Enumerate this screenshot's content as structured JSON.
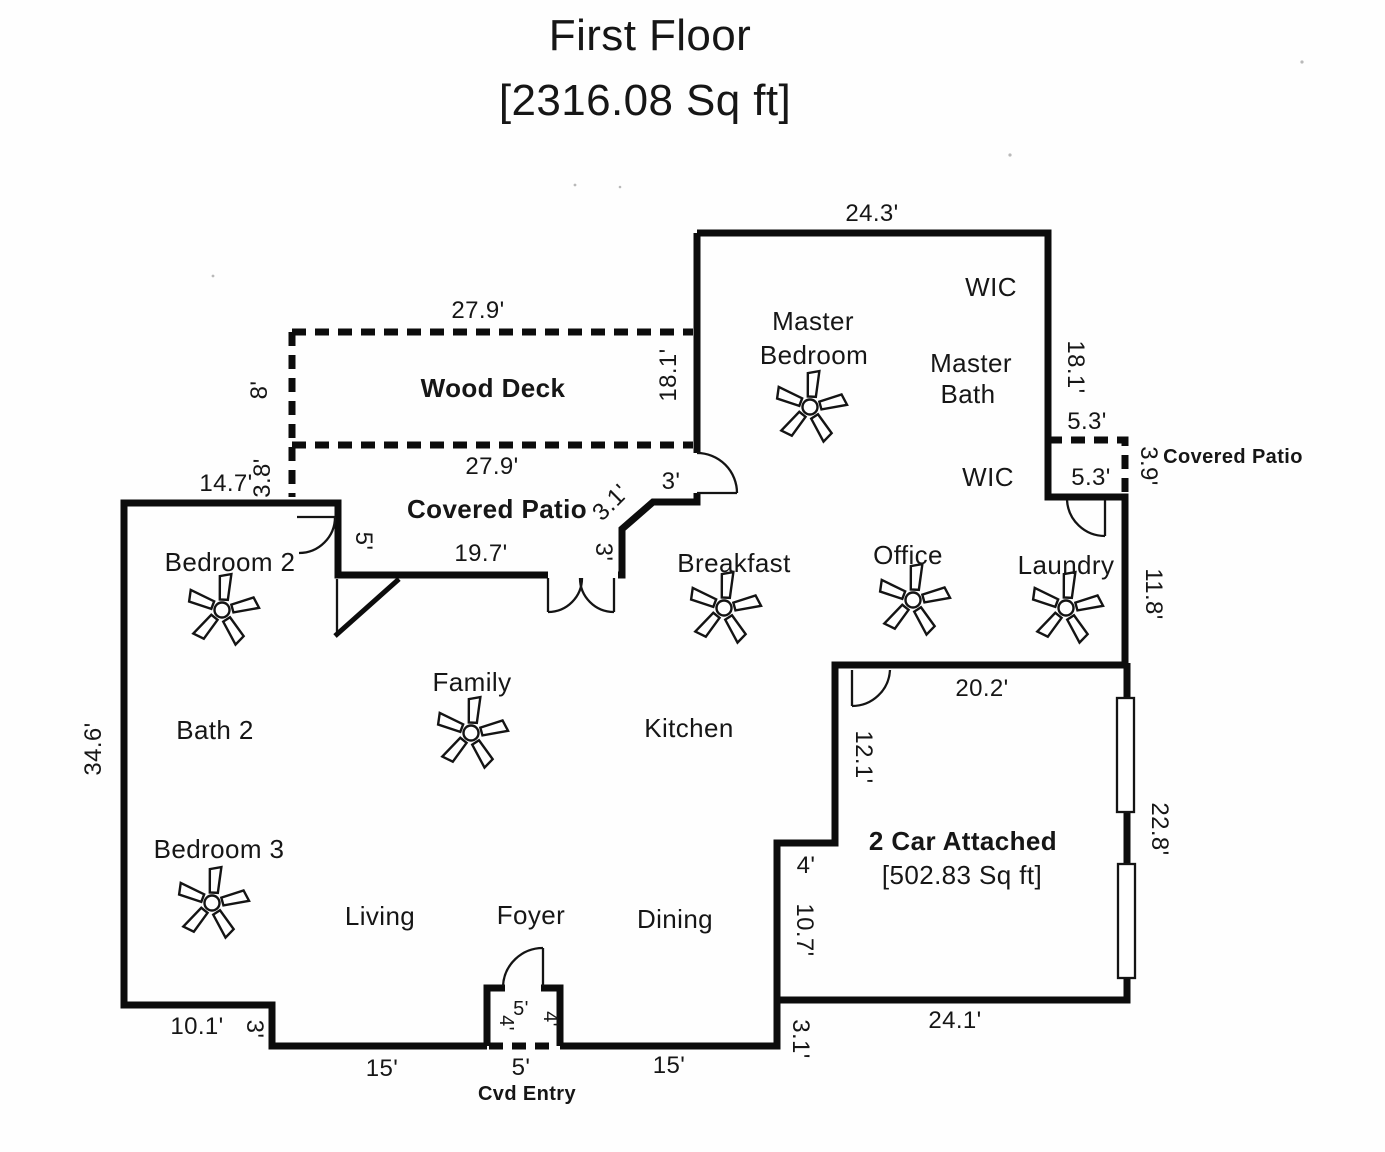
{
  "colors": {
    "ink": "#161616",
    "wall": "#0c0c0c",
    "paper": "#fefefe"
  },
  "title": {
    "line1": "First Floor",
    "line2": "[2316.08 Sq ft]"
  },
  "rooms": {
    "wic_top": "WIC",
    "master_bedroom_line1": "Master",
    "master_bedroom_line2": "Bedroom",
    "master_bath_line1": "Master",
    "master_bath_line2": "Bath",
    "wic_lower": "WIC",
    "covered_patio_right": "Covered Patio",
    "wood_deck": "Wood Deck",
    "covered_patio": "Covered Patio",
    "bedroom_2": "Bedroom 2",
    "breakfast": "Breakfast",
    "office": "Office",
    "laundry": "Laundry",
    "family": "Family",
    "bath_2": "Bath 2",
    "kitchen": "Kitchen",
    "bedroom_3": "Bedroom 3",
    "living": "Living",
    "foyer": "Foyer",
    "dining": "Dining",
    "garage_line1": "2 Car Attached",
    "garage_line2": "[502.83 Sq ft]",
    "cvd_entry": "Cvd Entry"
  },
  "dims": {
    "master_top": "24.3'",
    "deck_top": "27.9'",
    "deck_left": "8'",
    "deck_right": "18.1'",
    "patio_upper_left": "3.8'",
    "patio_top": "27.9'",
    "bedroom2_top": "14.7'",
    "master_right": "18.1'",
    "wic_patio_top": "5.3'",
    "wic_patio_inner": "5.3'",
    "wic_patio_right": "3.9'",
    "breakfast_jog_top": "3'",
    "breakfast_jog_diag": "3.1'",
    "patio_left": "5'",
    "patio_bottom": "19.7'",
    "patio_right": "3'",
    "laundry_right": "11.8'",
    "west_wall": "34.6'",
    "garage_left_upper": "12.1'",
    "garage_top": "20.2'",
    "garage_right": "22.8'",
    "garage_jog": "4'",
    "garage_left_lower": "10.7'",
    "garage_bottom_jog": "3.1'",
    "garage_bottom": "24.1'",
    "south_left": "10.1'",
    "south_jog": "3'",
    "south_mid_left": "15'",
    "entry_inner_top": "5'",
    "entry_inner_left": "4'",
    "entry_inner_right": "4'",
    "entry_bottom": "5'",
    "south_mid_right": "15'"
  },
  "icons": {
    "ceiling_fan": "ceiling-fan"
  }
}
